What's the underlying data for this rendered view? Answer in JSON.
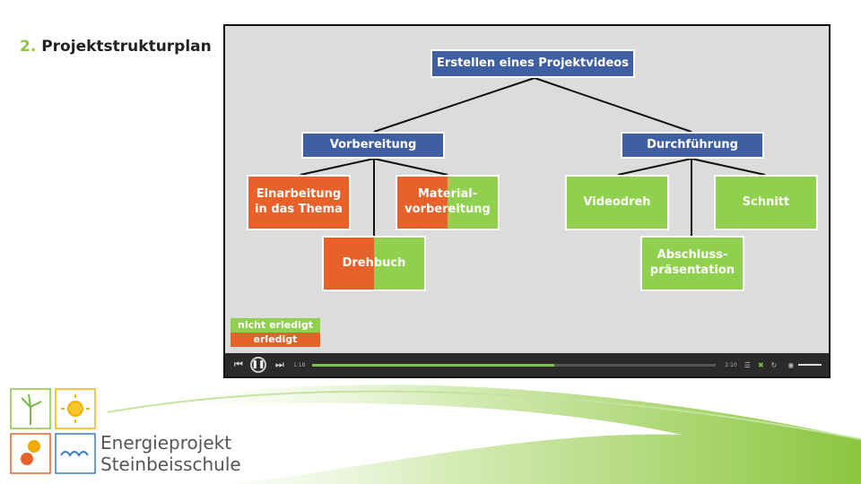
{
  "slide": {
    "number": "2.",
    "title": "Projektstrukturplan"
  },
  "diagram": {
    "root": "Erstellen eines Projektvideos",
    "vorbereitung": "Vorbereitung",
    "durchfuehrung": "Durchführung",
    "einarbeitung": "Einarbeitung\nin das Thema",
    "material": "Material-\nvorbereitung",
    "drehbuch": "Drehbuch",
    "videodreh": "Videodreh",
    "schnitt": "Schnitt",
    "abschluss": "Abschluss-\npräsentation"
  },
  "legend": {
    "not_done": "nicht erledigt",
    "done": "erledigt"
  },
  "colors": {
    "blue": "#3f5fa3",
    "green": "#8fd14f",
    "orange": "#e8602a"
  },
  "player": {
    "elapsed": "1:18",
    "total": "2:10",
    "progress": 0.6
  },
  "logo": {
    "line1": "Energieprojekt",
    "line2": "Steinbeisschule"
  }
}
